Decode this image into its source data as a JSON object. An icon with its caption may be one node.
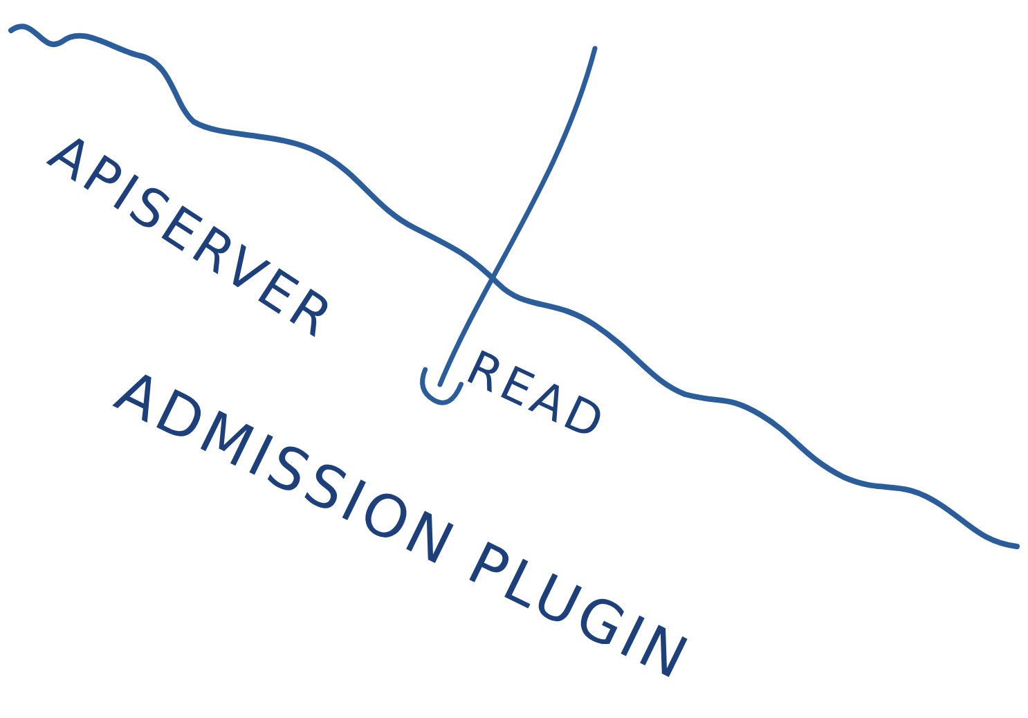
{
  "diagram": {
    "nodes": [
      {
        "text": [
          "APISERVER"
        ]
      },
      {
        "text": [
          "ADMISSION PLUGIN"
        ]
      }
    ],
    "edges": [
      {
        "from": null,
        "to": 1,
        "arrow": "to",
        "label": "READ"
      }
    ]
  }
}
